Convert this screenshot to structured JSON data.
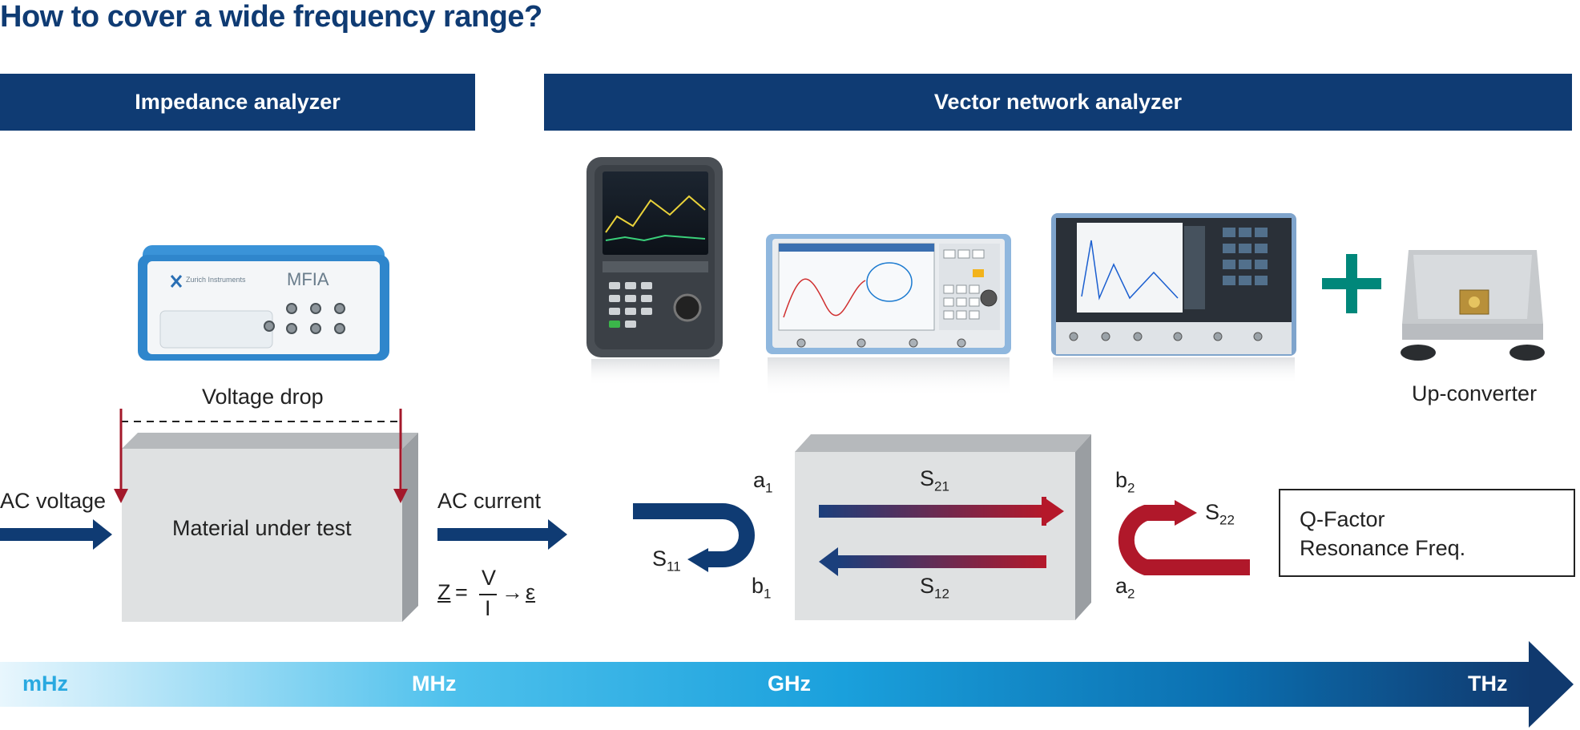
{
  "title": "How to cover a wide frequency range?",
  "banners": {
    "impedance": "Impedance analyzer",
    "vna": "Vector network analyzer"
  },
  "devices": {
    "mfia_brand": "Zurich Instruments",
    "mfia_model": "MFIA"
  },
  "labels": {
    "voltage_drop": "Voltage drop",
    "ac_voltage": "AC voltage",
    "ac_current": "AC current",
    "material": "Material under test",
    "up_converter": "Up-converter"
  },
  "formula": {
    "z": "Z",
    "eq": "=",
    "v": "V",
    "i": "I",
    "arrow": "→",
    "eps": "ε"
  },
  "sparams": {
    "a1": {
      "base": "a",
      "sub": "1"
    },
    "b1": {
      "base": "b",
      "sub": "1"
    },
    "a2": {
      "base": "a",
      "sub": "2"
    },
    "b2": {
      "base": "b",
      "sub": "2"
    },
    "s11": {
      "base": "S",
      "sub": "11"
    },
    "s21": {
      "base": "S",
      "sub": "21"
    },
    "s12": {
      "base": "S",
      "sub": "12"
    },
    "s22": {
      "base": "S",
      "sub": "22"
    }
  },
  "qfactor": {
    "line1": "Q-Factor",
    "line2": "Resonance Freq."
  },
  "freq_scale": {
    "mhz_low": "mHz",
    "mhz_high": "MHz",
    "ghz": "GHz",
    "thz": "THz"
  },
  "colors": {
    "navy": "#0f3b73",
    "red": "#b0182a",
    "teal": "#00877a",
    "sky": "#2fb2e6",
    "block": "#dfe1e2"
  }
}
